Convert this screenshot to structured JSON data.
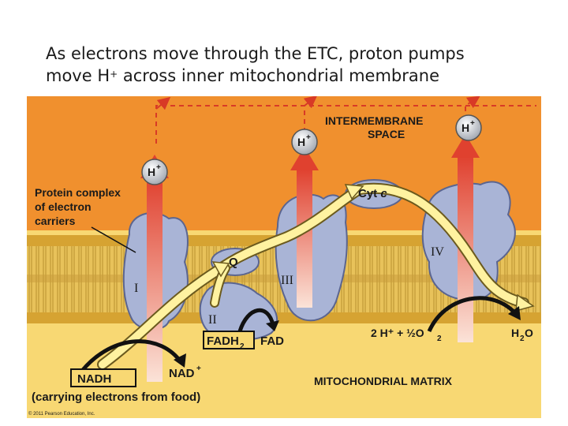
{
  "title": {
    "line1": "As electrons move through the ETC, proton pumps",
    "line2_before": "move H",
    "line2_sup": "+",
    "line2_after": " across inner mitochondrial membrane"
  },
  "diagram": {
    "intermembrane_space": [
      "INTERMEMBRANE",
      "SPACE"
    ],
    "mitochondrial_matrix": "MITOCHONDRIAL MATRIX",
    "protein_complex_label": [
      "Protein complex",
      "of electron",
      "carriers"
    ],
    "proton": "H",
    "proton_sup": "+",
    "complexes": [
      "I",
      "II",
      "III",
      "IV"
    ],
    "q": "Q",
    "cyt": "Cyt",
    "cyt_c": "c",
    "nadh": "NADH",
    "nad": "NAD",
    "nad_sup": "+",
    "fadh2": "FADH",
    "fadh2_sub": "2",
    "fad": "FAD",
    "carrying": "(carrying electrons from food)",
    "oxygen_eq": "2 H⁺ + ½O",
    "oxygen_sub": "2",
    "water": "H",
    "water_sub": "2",
    "water_o": "O",
    "copyright": "© 2011 Pearson Education, Inc."
  },
  "colors": {
    "intermembrane": "#f0902e",
    "matrix": "#f7d46c",
    "membrane_head": "#d9a93a",
    "protein": "#a9b4d6",
    "arrow_red": "#e04a35",
    "electron_path": "#fff2a0",
    "dashed": "#d83a26"
  }
}
